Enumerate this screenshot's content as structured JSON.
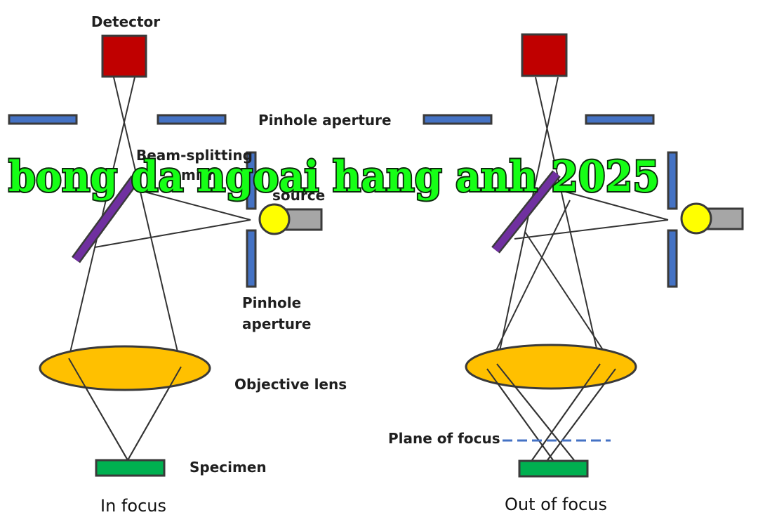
{
  "labels": {
    "detector": "Detector",
    "pinhole_top": "Pinhole aperture",
    "beam_splitter": "Beam-splitting",
    "beam_splitter_2": "mirr",
    "light_source": "source",
    "pinhole_side_1": "Pinhole",
    "pinhole_side_2": "aperture",
    "objective_lens": "Objective lens",
    "specimen": "Specimen",
    "plane_of_focus": "Plane of focus"
  },
  "captions": {
    "left": "In focus",
    "right": "Out of focus"
  },
  "watermark": "bong da ngoai hang anh 2025",
  "colors": {
    "detector": "#c00000",
    "aperture": "#4472c4",
    "mirror": "#7030a0",
    "lamp": "#ffff00",
    "lamp_housing": "#a6a6a6",
    "lens": "#ffc000",
    "specimen": "#00b050",
    "ray": "#333333",
    "focus_plane": "#4472c4"
  }
}
